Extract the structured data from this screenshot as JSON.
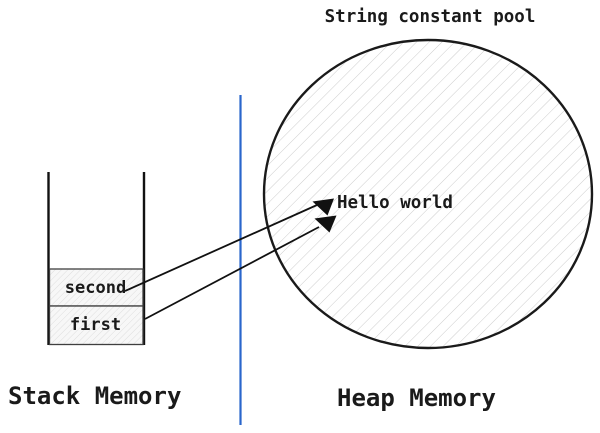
{
  "diagram": {
    "pool_title": "String constant pool",
    "string_value": "Hello world",
    "stack_frames": [
      {
        "label": "second"
      },
      {
        "label": "first"
      }
    ],
    "stack_region_label": "Stack Memory",
    "heap_region_label": "Heap Memory",
    "references": [
      {
        "from": "second",
        "to": "Hello world"
      },
      {
        "from": "first",
        "to": "Hello world"
      }
    ],
    "colors": {
      "divider": "#2a66cc",
      "outline": "#1a1a1a",
      "heap_hatch": "#c8c8c8",
      "frame_hatch": "#d2d2d2",
      "frame_bg": "#f7f7f7"
    }
  }
}
